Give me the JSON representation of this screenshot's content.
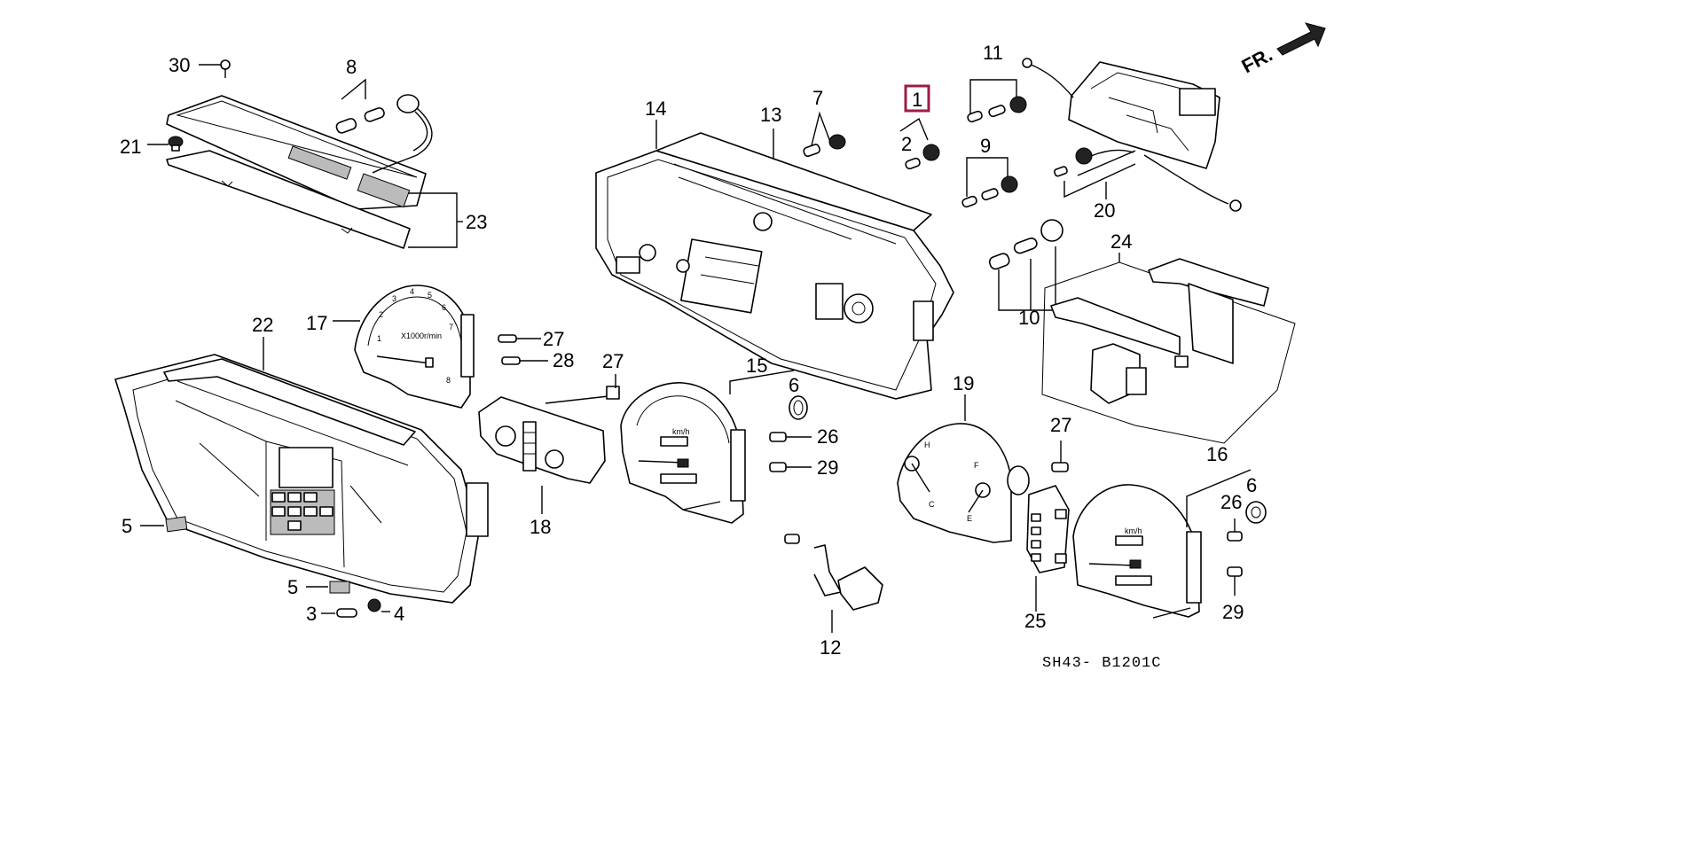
{
  "diagram": {
    "highlight_color": "#9b1c4a",
    "direction_label": "FR.",
    "drawing_code": "SH43- B1201C",
    "highlighted_label": "1",
    "callouts": {
      "c1": "1",
      "c2": "2",
      "c3": "3",
      "c4": "4",
      "c5a": "5",
      "c5b": "5",
      "c6a": "6",
      "c6b": "6",
      "c7": "7",
      "c8": "8",
      "c9": "9",
      "c10": "10",
      "c11": "11",
      "c12": "12",
      "c13": "13",
      "c14": "14",
      "c15": "15",
      "c16": "16",
      "c17": "17",
      "c18": "18",
      "c19": "19",
      "c20": "20",
      "c21": "21",
      "c22": "22",
      "c23": "23",
      "c24": "24",
      "c25": "25",
      "c26a": "26",
      "c26b": "26",
      "c27a": "27",
      "c27b": "27",
      "c27c": "27",
      "c28": "28",
      "c29a": "29",
      "c29b": "29",
      "c30": "30"
    },
    "gauge_marks": {
      "tacho_numbers": [
        "1",
        "2",
        "3",
        "4",
        "5",
        "6",
        "7",
        "8"
      ],
      "tacho_unit": "X1000r/min",
      "speedo_unit": "km/h",
      "temp_high": "H",
      "temp_low": "C",
      "fuel_full": "F",
      "fuel_empty": "E"
    }
  }
}
